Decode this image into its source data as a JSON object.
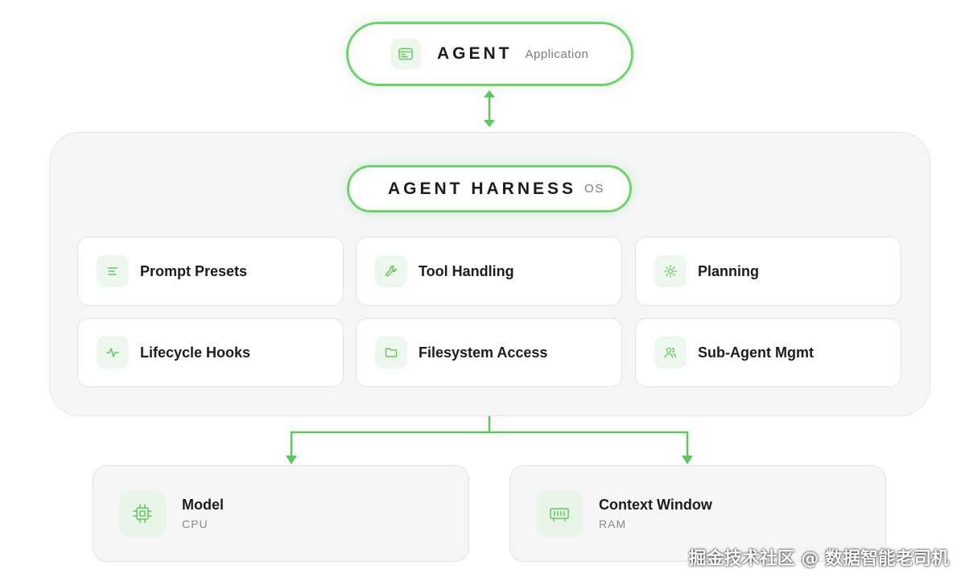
{
  "agent": {
    "title": "AGENT",
    "subtitle": "Application"
  },
  "harness": {
    "title": "AGENT HARNESS",
    "subtitle": "OS",
    "modules": [
      {
        "label": "Prompt Presets",
        "icon": "align-left-icon"
      },
      {
        "label": "Tool Handling",
        "icon": "wrench-icon"
      },
      {
        "label": "Planning",
        "icon": "sun-icon"
      },
      {
        "label": "Lifecycle Hooks",
        "icon": "activity-icon"
      },
      {
        "label": "Filesystem Access",
        "icon": "folder-icon"
      },
      {
        "label": "Sub-Agent Mgmt",
        "icon": "users-icon"
      }
    ]
  },
  "resources": [
    {
      "title": "Model",
      "subtitle": "CPU",
      "icon": "cpu-chip-icon"
    },
    {
      "title": "Context Window",
      "subtitle": "RAM",
      "icon": "memory-icon"
    }
  ],
  "watermark": "掘金技术社区 @ 数据智能老司机",
  "colors": {
    "accent": "#6dd46d",
    "panel": "#f6f6f7",
    "icon_bg": "#eef7ee"
  }
}
